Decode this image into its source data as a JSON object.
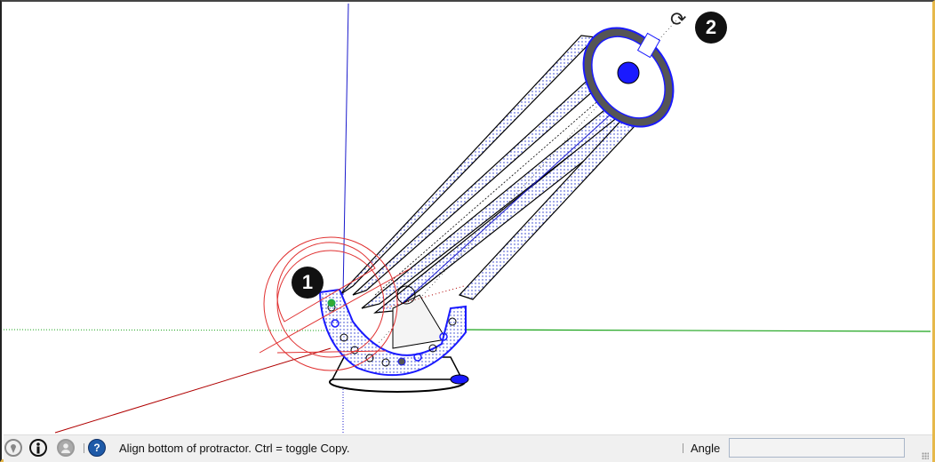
{
  "viewport": {
    "callouts": [
      {
        "label": "1"
      },
      {
        "label": "2"
      }
    ],
    "axes": {
      "green": "#1aa31a",
      "red": "#b00000",
      "blue": "#1a1acc"
    },
    "protractor_color": "#e03030",
    "model_highlight_color": "#1a1aff",
    "rotate_cursor_glyph": "⟳"
  },
  "statusbar": {
    "icons": [
      {
        "name": "geo-location-icon"
      },
      {
        "name": "credits-icon"
      },
      {
        "name": "user-account-icon"
      },
      {
        "name": "instructor-help-icon",
        "glyph": "?"
      }
    ],
    "message": "Align bottom of protractor.  Ctrl = toggle Copy.",
    "measurement_label": "Angle",
    "measurement_value": ""
  }
}
